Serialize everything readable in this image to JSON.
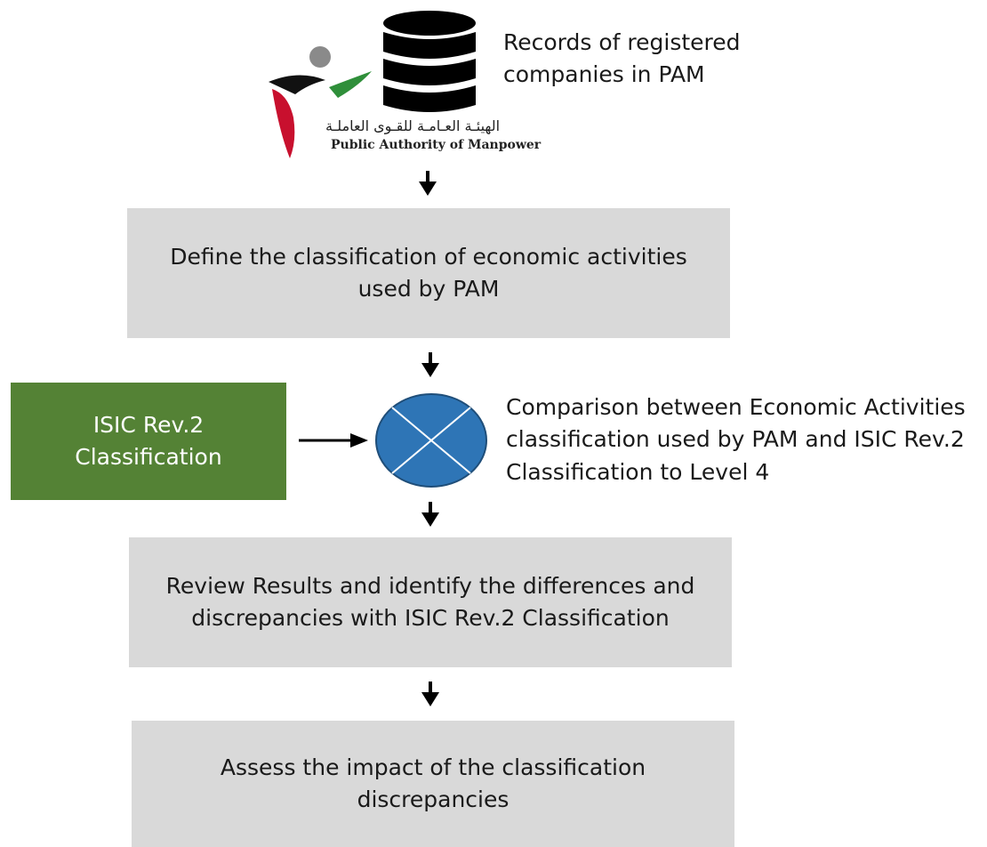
{
  "logo": {
    "arabic_text": "الهيئـة العـامـة للقـوى العاملـة",
    "english_text": "Public Authority of Manpower"
  },
  "source": {
    "icon": "database-icon",
    "label": "Records of registered\ncompanies in PAM"
  },
  "steps": {
    "define": "Define the classification of economic activities\nused by PAM",
    "review": "Review Results and identify the differences and\ndiscrepancies with ISIC Rev.2 Classification",
    "assess": "Assess the impact of the classification\ndiscrepancies"
  },
  "isic_box": {
    "label": "ISIC Rev.2\nClassification"
  },
  "comparison": {
    "icon": "comparison-circle-icon",
    "label": "Comparison between Economic Activities\nclassification used by PAM and ISIC Rev.2\nClassification to Level 4"
  },
  "colors": {
    "step_fill": "#d9d9d9",
    "isic_fill": "#548235",
    "comparison_fill": "#2e75b6",
    "arrow": "#000000"
  }
}
